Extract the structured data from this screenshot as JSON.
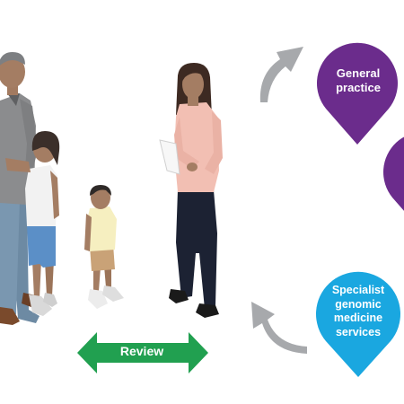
{
  "nodes": {
    "general_practice": {
      "line1": "General",
      "line2": "practice",
      "color": "#6b2c8c"
    },
    "partial_node": {
      "color": "#6b2c8c"
    },
    "specialist": {
      "line1": "Specialist",
      "line2": "genomic",
      "line3": "medicine",
      "line4": "services",
      "color": "#1aa7e0"
    }
  },
  "review": {
    "label": "Review",
    "color": "#21a050"
  },
  "arrows": {
    "color": "#a7a9ac"
  },
  "people": [
    "father",
    "daughter",
    "son",
    "clinician"
  ]
}
